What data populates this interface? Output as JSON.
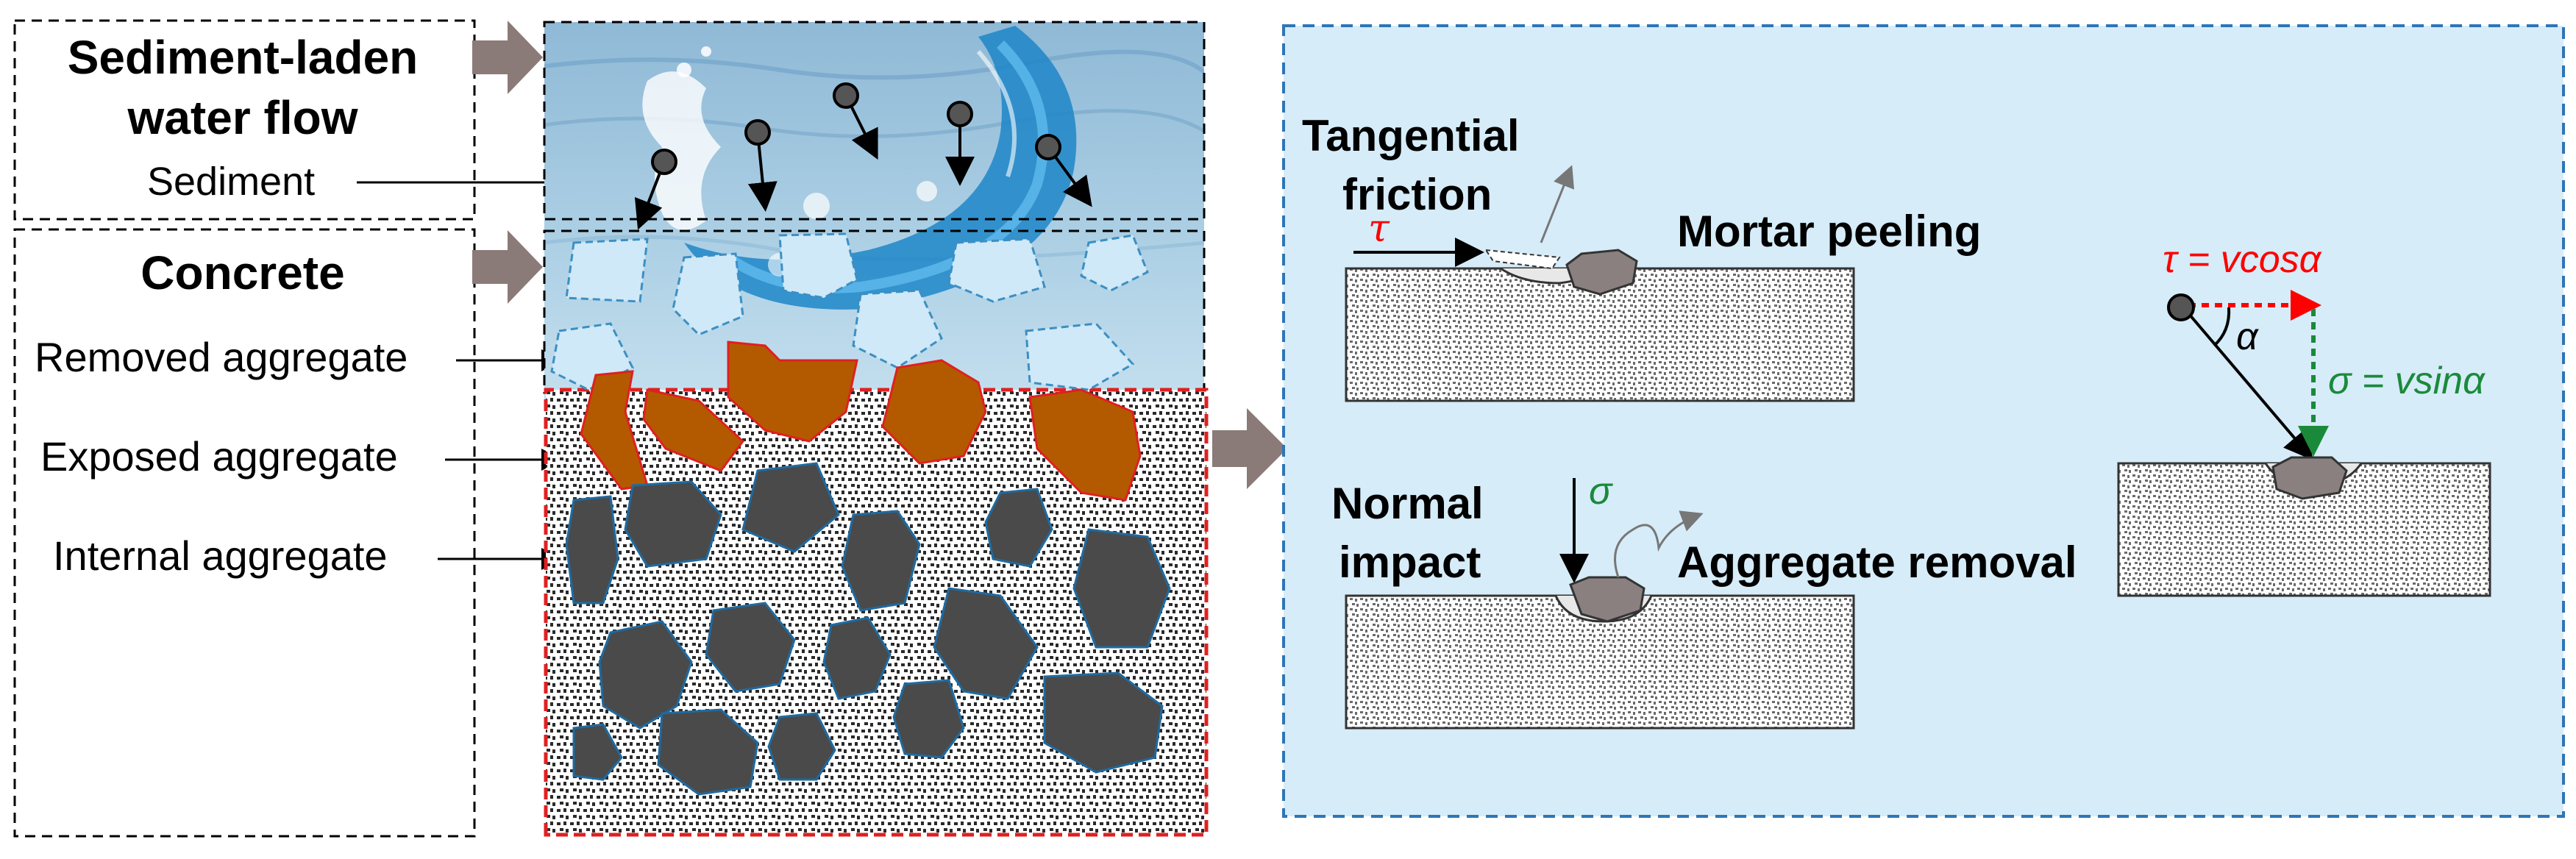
{
  "left_labels": {
    "flow_title_line1": "Sediment-laden",
    "flow_title_line2": "water flow",
    "sediment": "Sediment",
    "concrete": "Concrete",
    "removed_aggregate": "Removed aggregate",
    "exposed_aggregate": "Exposed aggregate",
    "internal_aggregate": "Internal aggregate"
  },
  "mechanisms": {
    "tangential_line1": "Tangential",
    "tangential_line2": "friction",
    "tau_symbol": "τ",
    "mortar_peeling": "Mortar peeling",
    "normal_line1": "Normal",
    "normal_line2": "impact",
    "sigma_symbol": "σ",
    "aggregate_removal": "Aggregate removal"
  },
  "decomposition": {
    "tau_equation": "τ = vcosα",
    "sigma_equation": "σ = vsinα",
    "alpha_symbol": "α"
  },
  "colors": {
    "panel_bg": "#d6ecf8",
    "panel_border": "#2e75b6",
    "exposed_aggregate": "#b35a00",
    "internal_aggregate": "#4a4a4a",
    "removed_aggregate_fill": "#cfe9f8",
    "concrete_boundary": "#e02020",
    "big_arrow": "#8b7b78",
    "tau_color": "#ff0000",
    "sigma_color": "#1a8a3a"
  }
}
